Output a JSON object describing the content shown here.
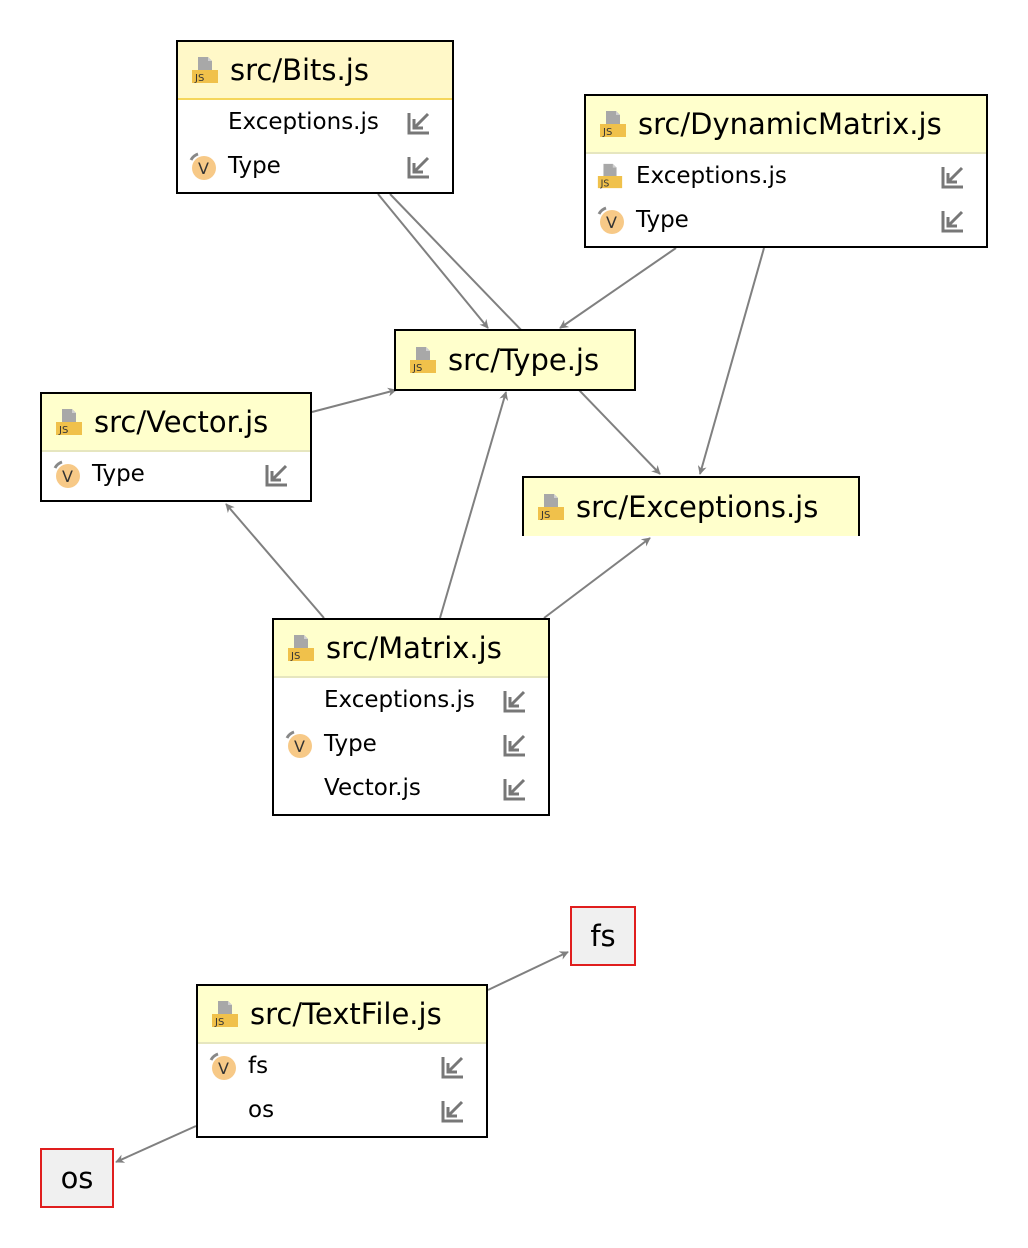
{
  "nodes": [
    {
      "id": "bits",
      "label": "src/Bits.js",
      "selected": true,
      "rows": [
        {
          "label": "Exceptions.js",
          "icon": "none"
        },
        {
          "label": "Type",
          "icon": "variable-icon"
        }
      ]
    },
    {
      "id": "dynamic",
      "label": "src/DynamicMatrix.js",
      "rows": [
        {
          "label": "Exceptions.js",
          "icon": "js-file-icon"
        },
        {
          "label": "Type",
          "icon": "variable-icon"
        }
      ]
    },
    {
      "id": "type",
      "label": "src/Type.js",
      "rows": []
    },
    {
      "id": "vector",
      "label": "src/Vector.js",
      "rows": [
        {
          "label": "Type",
          "icon": "variable-icon"
        }
      ]
    },
    {
      "id": "exceptions",
      "label": "src/Exceptions.js",
      "rows": []
    },
    {
      "id": "matrix",
      "label": "src/Matrix.js",
      "rows": [
        {
          "label": "Exceptions.js",
          "icon": "none"
        },
        {
          "label": "Type",
          "icon": "variable-icon"
        },
        {
          "label": "Vector.js",
          "icon": "none"
        }
      ]
    },
    {
      "id": "textfile",
      "label": "src/TextFile.js",
      "rows": [
        {
          "label": "fs",
          "icon": "variable-icon"
        },
        {
          "label": "os",
          "icon": "none"
        }
      ]
    }
  ],
  "externals": [
    {
      "id": "fs",
      "label": "fs"
    },
    {
      "id": "os",
      "label": "os"
    }
  ],
  "edges": [
    {
      "from": "bits",
      "to": "type"
    },
    {
      "from": "bits",
      "to": "exceptions"
    },
    {
      "from": "dynamic",
      "to": "type"
    },
    {
      "from": "dynamic",
      "to": "exceptions"
    },
    {
      "from": "vector",
      "to": "type"
    },
    {
      "from": "matrix",
      "to": "vector"
    },
    {
      "from": "matrix",
      "to": "type"
    },
    {
      "from": "matrix",
      "to": "exceptions"
    },
    {
      "from": "textfile",
      "to": "fs"
    },
    {
      "from": "textfile",
      "to": "os"
    }
  ],
  "colors": {
    "header_bg": "#ffffcc",
    "selected_border": "#f5d65a",
    "edge": "#808080",
    "external_border": "#e01e1e",
    "external_bg": "#f0f0f0",
    "js_icon": "#f0c14b",
    "variable_icon": "#f7c987"
  }
}
